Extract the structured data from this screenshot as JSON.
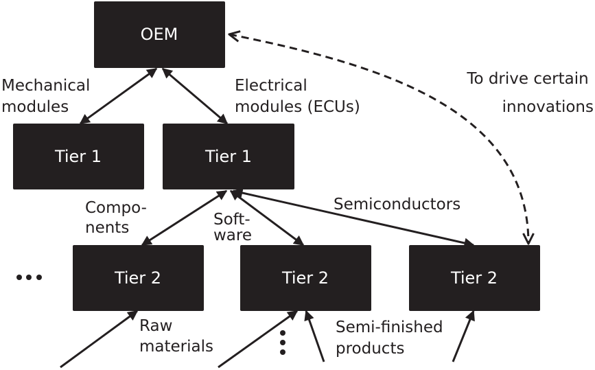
{
  "nodes": {
    "oem": "OEM",
    "tier1_mech": "Tier 1",
    "tier1_elec": "Tier 1",
    "tier2_left": "Tier 2",
    "tier2_mid": "Tier 2",
    "tier2_right": "Tier 2"
  },
  "edge_labels": {
    "mechanical": [
      "Mechanical",
      "modules"
    ],
    "electrical": [
      "Electrical",
      "modules (ECUs)"
    ],
    "innovation": [
      "To drive certain",
      "innovations"
    ],
    "components": [
      "Compo-",
      "nents"
    ],
    "software": [
      "Soft-",
      "ware"
    ],
    "semiconductors": "Semiconductors",
    "raw": [
      "Raw",
      "materials"
    ],
    "semifinished": [
      "Semi-finished",
      "products"
    ]
  },
  "colors": {
    "box": "#231f20",
    "box_text": "#ffffff",
    "line": "#231f20"
  }
}
